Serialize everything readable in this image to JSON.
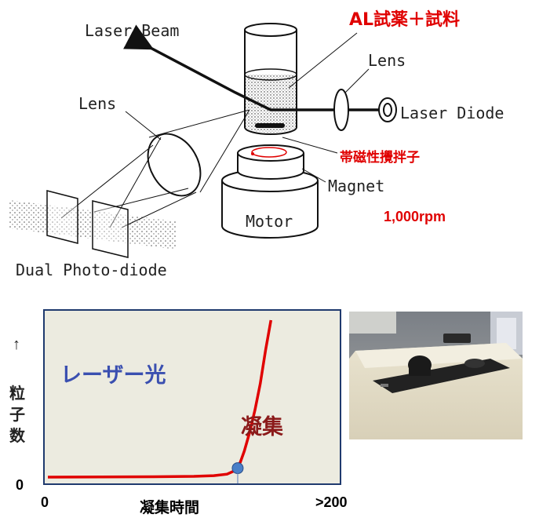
{
  "diagram": {
    "labels": {
      "laser_beam": "Laser Beam",
      "reagent": "AL試薬＋試料",
      "lens_right": "Lens",
      "lens_left": "Lens",
      "laser_diode": "Laser Diode",
      "stir_bar": "帯磁性攪拌子",
      "magnet": "Magnet",
      "motor": "Motor",
      "rpm": "1,000rpm",
      "photodiode": "Dual Photo-diode"
    },
    "colors": {
      "accent": "#e00000",
      "line": "#111111"
    }
  },
  "chart_data": {
    "type": "line",
    "y_arrow": "↑",
    "ylabel": [
      "粒",
      "子",
      "数"
    ],
    "y_tick_zero": "0",
    "x_tick_start": "0",
    "x_tick_end": ">200",
    "xlabel": "凝集時間",
    "region_left": "レーザー光",
    "region_right": "凝集",
    "series": [
      {
        "color": "#e00000",
        "points": [
          [
            0,
            0
          ],
          [
            40,
            0.3
          ],
          [
            80,
            0.5
          ],
          [
            110,
            1
          ],
          [
            125,
            2
          ],
          [
            135,
            4
          ],
          [
            140,
            8
          ],
          [
            145,
            20
          ],
          [
            148,
            35
          ],
          [
            152,
            60
          ],
          [
            156,
            90
          ],
          [
            160,
            125
          ],
          [
            164,
            170
          ],
          [
            168,
            210
          ]
        ]
      }
    ],
    "marker_point": [
      143,
      12
    ],
    "colors": {
      "background": "#ecebe0",
      "border": "#1f3a6e",
      "marker": "#4a7fc8",
      "left_text": "#3a4fb0",
      "right_text": "#8b1a1a"
    }
  },
  "photo": {
    "icon": "instrument-photo"
  }
}
